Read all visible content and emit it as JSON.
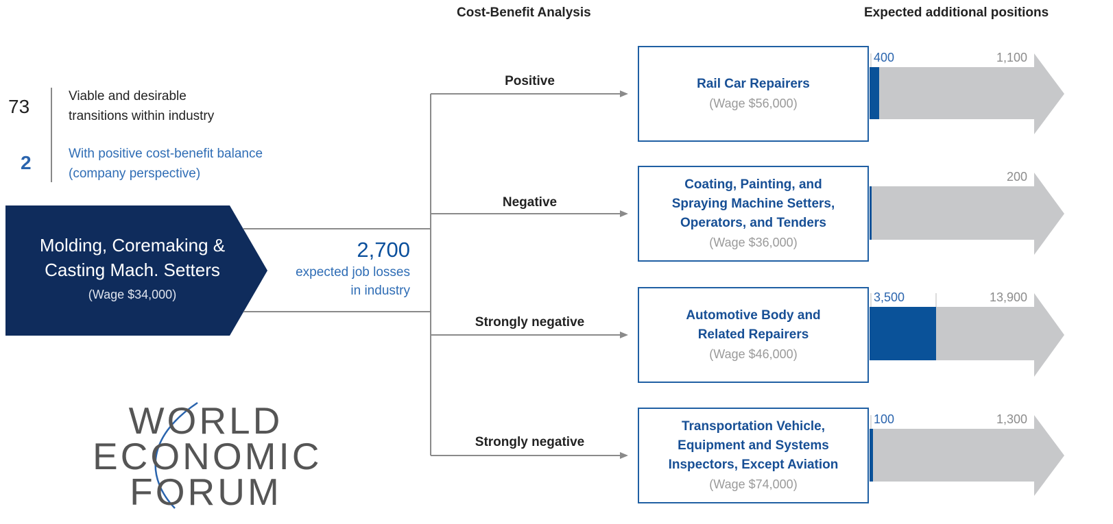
{
  "header": {
    "cost_benefit": "Cost-Benefit Analysis",
    "expected_positions": "Expected additional positions"
  },
  "stats": [
    {
      "value": "73",
      "label_line1": "Viable and desirable",
      "label_line2": "transitions within industry",
      "color": "#222222"
    },
    {
      "value": "2",
      "label_line1": "With positive cost-benefit balance",
      "label_line2": "(company perspective)",
      "color": "#2f6db5"
    }
  ],
  "source": {
    "title_line1": "Molding, Coremaking &",
    "title_line2": "Casting Mach. Setters",
    "wage": "(Wage $34,000)",
    "color": "#0f2c5c"
  },
  "losses": {
    "value": "2,700",
    "label_line1": "expected job losses",
    "label_line2": "in industry"
  },
  "targets": [
    {
      "assessment": "Positive",
      "title_lines": [
        "Rail Car Repairers"
      ],
      "wage": "(Wage $56,000)",
      "positive_positions": 400,
      "total_positions": 1100,
      "positive_label": "400",
      "total_label": "1,100"
    },
    {
      "assessment": "Negative",
      "title_lines": [
        "Coating, Painting, and",
        "Spraying Machine Setters,",
        "Operators, and Tenders"
      ],
      "wage": "(Wage $36,000)",
      "positive_positions": 0,
      "total_positions": 200,
      "positive_label": "",
      "total_label": "200"
    },
    {
      "assessment": "Strongly negative",
      "title_lines": [
        "Automotive Body and",
        "Related Repairers"
      ],
      "wage": "(Wage $46,000)",
      "positive_positions": 3500,
      "total_positions": 13900,
      "positive_label": "3,500",
      "total_label": "13,900"
    },
    {
      "assessment": "Strongly negative",
      "title_lines": [
        "Transportation Vehicle,",
        "Equipment and Systems",
        "Inspectors, Except Aviation"
      ],
      "wage": "(Wage $74,000)",
      "positive_positions": 100,
      "total_positions": 1300,
      "positive_label": "100",
      "total_label": "1,300"
    }
  ],
  "logo": {
    "line1": "WORLD",
    "line2": "ECONOMIC",
    "line3": "FORUM"
  },
  "colors": {
    "accent_blue": "#0a5299",
    "arrow_gray": "#c7c8ca",
    "connector_gray": "#8a8a8a"
  }
}
